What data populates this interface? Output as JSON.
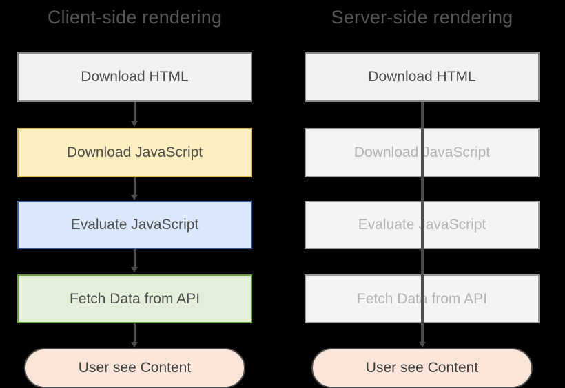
{
  "diagram": {
    "background_color": "#000000",
    "title_color": "#555555",
    "columns": [
      {
        "id": "client-side",
        "title": "Client-side rendering",
        "steps": [
          {
            "label": "Download HTML",
            "state": "active",
            "shape": "rect",
            "fill": "#f1f1f1",
            "stroke": "#8a8a8a"
          },
          {
            "label": "Download JavaScript",
            "state": "active",
            "shape": "rect",
            "fill": "#fdeec0",
            "stroke": "#d6b656"
          },
          {
            "label": "Evaluate JavaScript",
            "state": "active",
            "shape": "rect",
            "fill": "#dae8fc",
            "stroke": "#3a5f9e"
          },
          {
            "label": "Fetch Data from API",
            "state": "active",
            "shape": "rect",
            "fill": "#e3efd9",
            "stroke": "#6ba03e"
          },
          {
            "label": "User see Content",
            "state": "active",
            "shape": "rounded",
            "fill": "#fae5d8",
            "stroke": "#4d4d4d"
          }
        ],
        "connector_style": "stepwise-arrows"
      },
      {
        "id": "server-side",
        "title": "Server-side rendering",
        "steps": [
          {
            "label": "Download HTML",
            "state": "active",
            "shape": "rect",
            "fill": "#f1f1f1",
            "stroke": "#8a8a8a"
          },
          {
            "label": "Download JavaScript",
            "state": "skipped",
            "shape": "rect",
            "fill": "#f4f4f4",
            "stroke": "#9a9a9a"
          },
          {
            "label": "Evaluate JavaScript",
            "state": "skipped",
            "shape": "rect",
            "fill": "#f4f4f4",
            "stroke": "#9a9a9a"
          },
          {
            "label": "Fetch Data from API",
            "state": "skipped",
            "shape": "rect",
            "fill": "#f4f4f4",
            "stroke": "#9a9a9a"
          },
          {
            "label": "User see Content",
            "state": "active",
            "shape": "rounded",
            "fill": "#fae5d8",
            "stroke": "#4d4d4d"
          }
        ],
        "connector_style": "single-bypass-line"
      }
    ]
  }
}
